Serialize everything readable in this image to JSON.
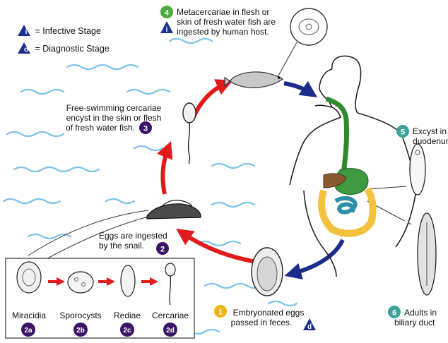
{
  "legend": {
    "infective_marker": "i",
    "infective_text": "= Infective Stage",
    "diagnostic_marker": "d",
    "diagnostic_text": "= Diagnostic Stage"
  },
  "stages": {
    "s1": {
      "badge": "1",
      "lines": [
        "Embryonated eggs",
        "passed in feces."
      ],
      "marker": "d"
    },
    "s2": {
      "badge": "2",
      "lines": [
        "Eggs are ingested",
        "by the snail."
      ]
    },
    "s3": {
      "badge": "3",
      "lines": [
        "Free-swimming cercariae",
        "encyst in the skin or flesh",
        "of fresh water fish."
      ]
    },
    "s4": {
      "badge": "4",
      "lines": [
        "Metacercariae in flesh or",
        "skin of fresh water fish are",
        "ingested by human host."
      ],
      "marker": "i"
    },
    "s5": {
      "badge": "5",
      "lines": [
        "Excyst in",
        "duodenum"
      ]
    },
    "s6": {
      "badge": "6",
      "lines": [
        "Adults in",
        "biliary duct"
      ]
    }
  },
  "inset": {
    "items": [
      {
        "label": "Miracidia",
        "badge": "2a"
      },
      {
        "label": "Sporocysts",
        "badge": "2b"
      },
      {
        "label": "Rediae",
        "badge": "2c"
      },
      {
        "label": "Cercariae",
        "badge": "2d"
      }
    ]
  },
  "colors": {
    "badge_purple": "#3a1466",
    "badge_green": "#4caa3c",
    "badge_teal": "#3fa39a",
    "badge_yellow": "#f1b417",
    "marker_blue": "#1c2f8c",
    "arrow_red": "#e11b1b",
    "arrow_navy": "#1c2a8a",
    "water_blue": "#7ec3ea"
  }
}
